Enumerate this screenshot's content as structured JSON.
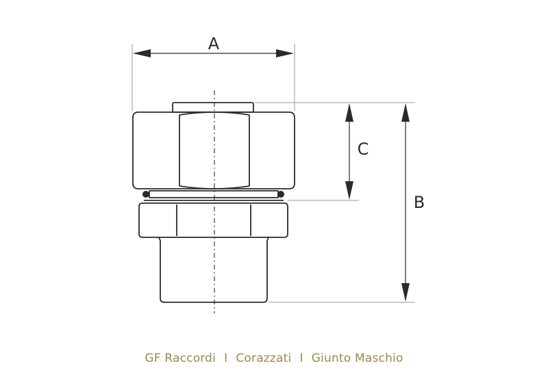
{
  "diagram": {
    "dimensions": {
      "a_label": "A",
      "b_label": "B",
      "c_label": "C"
    }
  },
  "caption": {
    "brand": "GF Raccordi",
    "separator": "I",
    "category": "Corazzati",
    "product": "Giunto Maschio"
  },
  "colors": {
    "caption": "#9a8a4a",
    "line": "#2a2a2a"
  }
}
